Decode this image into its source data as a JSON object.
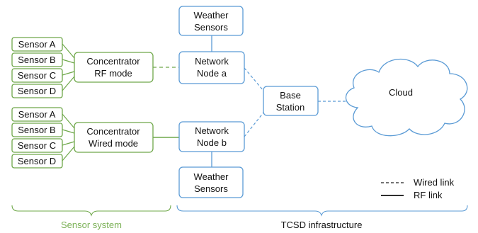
{
  "colors": {
    "green": "#6fa84a",
    "green_label": "#7ab055",
    "blue": "#5b9bd5",
    "cloud_fill": "#ffffff",
    "text": "#111111"
  },
  "group_a": {
    "sensors": [
      "Sensor A",
      "Sensor B",
      "Sensor C",
      "Sensor D"
    ],
    "concentrator": [
      "Concentrator",
      "RF mode"
    ]
  },
  "group_b": {
    "sensors": [
      "Sensor A",
      "Sensor B",
      "Sensor C",
      "Sensor D"
    ],
    "concentrator": [
      "Concentrator",
      "Wired mode"
    ]
  },
  "weather_top": [
    "Weather",
    "Sensors"
  ],
  "weather_bottom": [
    "Weather",
    "Sensors"
  ],
  "node_a": [
    "Network",
    "Node a"
  ],
  "node_b": [
    "Network",
    "Node b"
  ],
  "base_station": [
    "Base",
    "Station"
  ],
  "cloud": "Cloud",
  "legend": {
    "wired": "Wired link",
    "rf": "RF link"
  },
  "brackets": {
    "sensor_system": "Sensor system",
    "tcsd": "TCSD infrastructure"
  }
}
